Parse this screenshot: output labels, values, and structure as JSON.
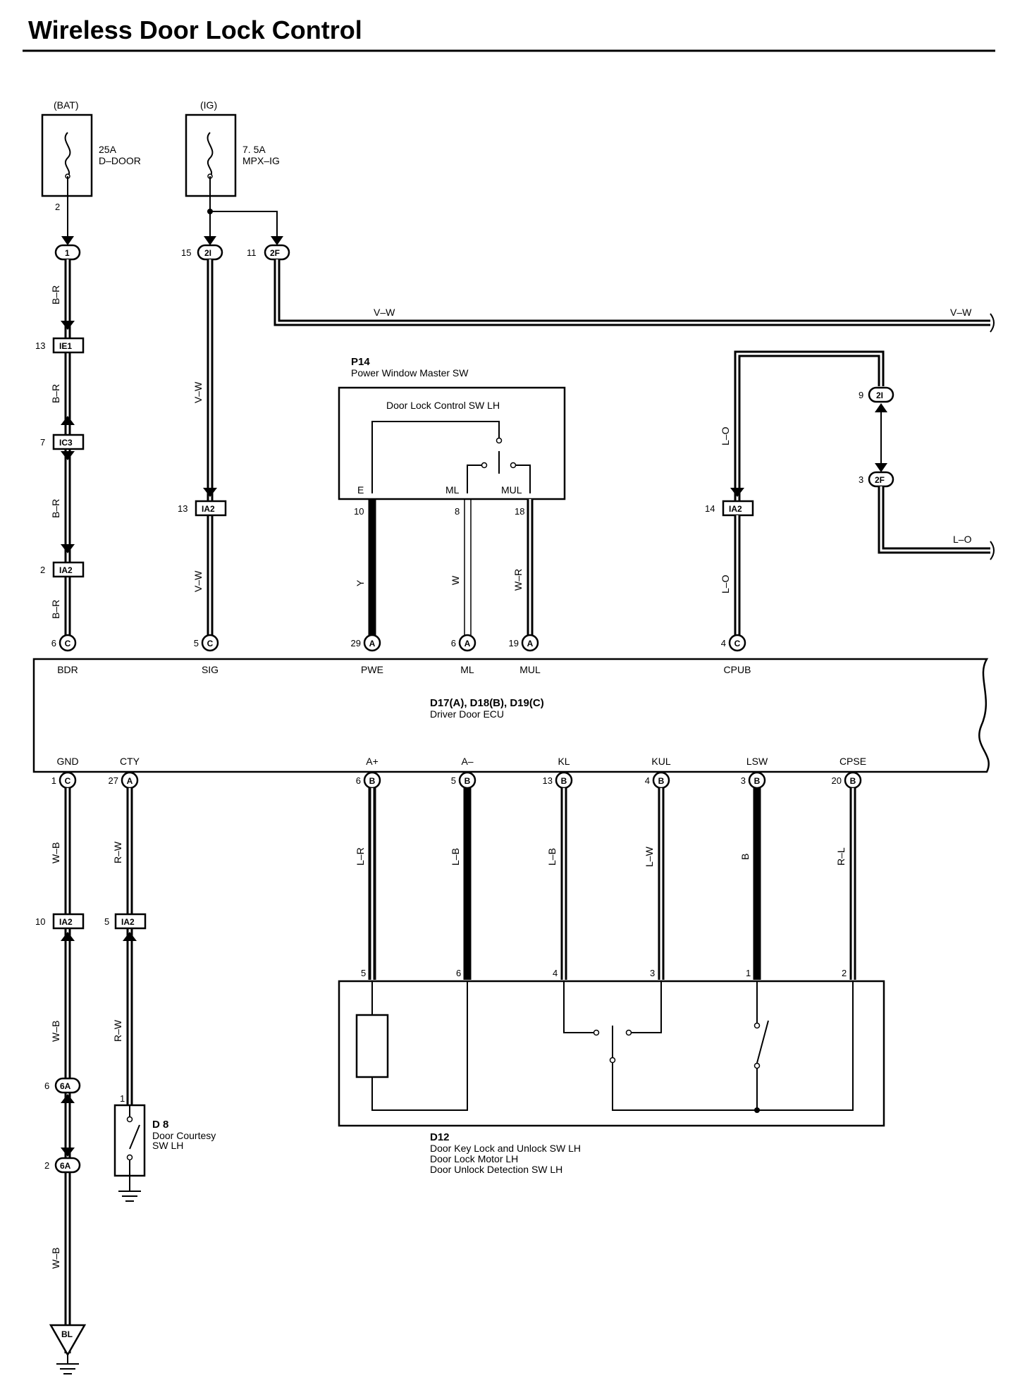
{
  "title": "Wireless Door Lock Control",
  "sources": {
    "bat": {
      "label": "(BAT)",
      "amp": "25A",
      "name": "D–DOOR",
      "pin": "2"
    },
    "ig": {
      "label": "(IG)",
      "amp": "7. 5A",
      "name": "MPX–IG"
    }
  },
  "connectors": {
    "c1": {
      "pin": "",
      "id": "1"
    },
    "c_2i_15": {
      "pin": "15",
      "id": "2I"
    },
    "c_2f_11": {
      "pin": "11",
      "id": "2F"
    },
    "ie1": {
      "pin": "13",
      "id": "IE1"
    },
    "ic3": {
      "pin": "7",
      "id": "IC3"
    },
    "ia2_2": {
      "pin": "2",
      "id": "IA2"
    },
    "ia2_13": {
      "pin": "13",
      "id": "IA2"
    },
    "ia2_14": {
      "pin": "14",
      "id": "IA2"
    },
    "c_2i_9": {
      "pin": "9",
      "id": "2I"
    },
    "c_2f_3": {
      "pin": "3",
      "id": "2F"
    },
    "ia2_10": {
      "pin": "10",
      "id": "IA2"
    },
    "ia2_5": {
      "pin": "5",
      "id": "IA2"
    },
    "c_6a_6": {
      "pin": "6",
      "id": "6A"
    },
    "c_6a_2": {
      "pin": "2",
      "id": "6A"
    },
    "bl": {
      "id": "BL"
    }
  },
  "wires": {
    "b_r": "B–R",
    "v_w": "V–W",
    "l_o": "L–O",
    "y": "Y",
    "w": "W",
    "w_r": "W–R",
    "w_b": "W–B",
    "r_w": "R–W",
    "l_r": "L–R",
    "l_b": "L–B",
    "l_b2": "L–B",
    "l_w": "L–W",
    "b": "B",
    "r_l": "R–L"
  },
  "p14": {
    "code": "P14",
    "name": "Power Window Master SW",
    "inner": "Door Lock Control SW LH",
    "terms": [
      {
        "label": "E",
        "pin": "10"
      },
      {
        "label": "ML",
        "pin": "8"
      },
      {
        "label": "MUL",
        "pin": "18"
      }
    ]
  },
  "ecu": {
    "codes": "D17(A), D18(B), D19(C)",
    "name": "Driver Door ECU",
    "top_pins": [
      {
        "label": "BDR",
        "pin": "6",
        "conn": "C"
      },
      {
        "label": "SIG",
        "pin": "5",
        "conn": "C"
      },
      {
        "label": "PWE",
        "pin": "29",
        "conn": "A"
      },
      {
        "label": "ML",
        "pin": "6",
        "conn": "A"
      },
      {
        "label": "MUL",
        "pin": "19",
        "conn": "A"
      },
      {
        "label": "CPUB",
        "pin": "4",
        "conn": "C"
      }
    ],
    "bottom_pins": [
      {
        "label": "GND",
        "pin": "1",
        "conn": "C"
      },
      {
        "label": "CTY",
        "pin": "27",
        "conn": "A"
      },
      {
        "label": "A+",
        "pin": "6",
        "conn": "B"
      },
      {
        "label": "A–",
        "pin": "5",
        "conn": "B"
      },
      {
        "label": "KL",
        "pin": "13",
        "conn": "B"
      },
      {
        "label": "KUL",
        "pin": "4",
        "conn": "B"
      },
      {
        "label": "LSW",
        "pin": "3",
        "conn": "B"
      },
      {
        "label": "CPSE",
        "pin": "20",
        "conn": "B"
      }
    ]
  },
  "d12": {
    "code": "D12",
    "lines": [
      "Door Key Lock and Unlock SW LH",
      "Door Lock Motor LH",
      "Door Unlock Detection SW LH"
    ],
    "pins": [
      "5",
      "6",
      "4",
      "3",
      "1",
      "2"
    ]
  },
  "d8": {
    "code": "D 8",
    "line1": "Door Courtesy",
    "line2": "SW LH",
    "pin": "1"
  }
}
